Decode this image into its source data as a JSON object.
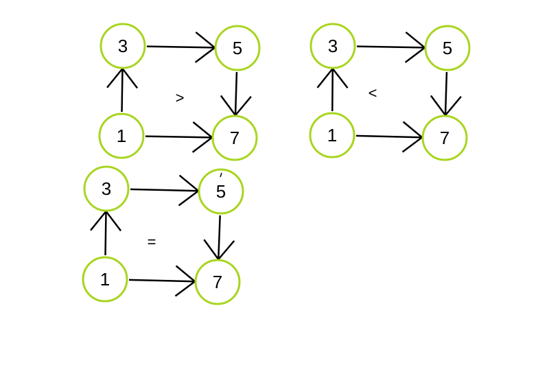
{
  "colors": {
    "node_stroke": "#a8d520",
    "edge": "#000000",
    "text": "#000000"
  },
  "diagrams": [
    {
      "name": "greater-than",
      "symbol": ">",
      "nodes": [
        "3",
        "5",
        "1",
        "7"
      ]
    },
    {
      "name": "less-than",
      "symbol": "<",
      "nodes": [
        "3",
        "5",
        "1",
        "7"
      ]
    },
    {
      "name": "equal",
      "symbol": "=",
      "nodes": [
        "3",
        "5",
        "1",
        "7"
      ]
    }
  ],
  "edges": [
    {
      "from": "1",
      "to": "3"
    },
    {
      "from": "3",
      "to": "5"
    },
    {
      "from": "5",
      "to": "7"
    },
    {
      "from": "1",
      "to": "7"
    }
  ]
}
